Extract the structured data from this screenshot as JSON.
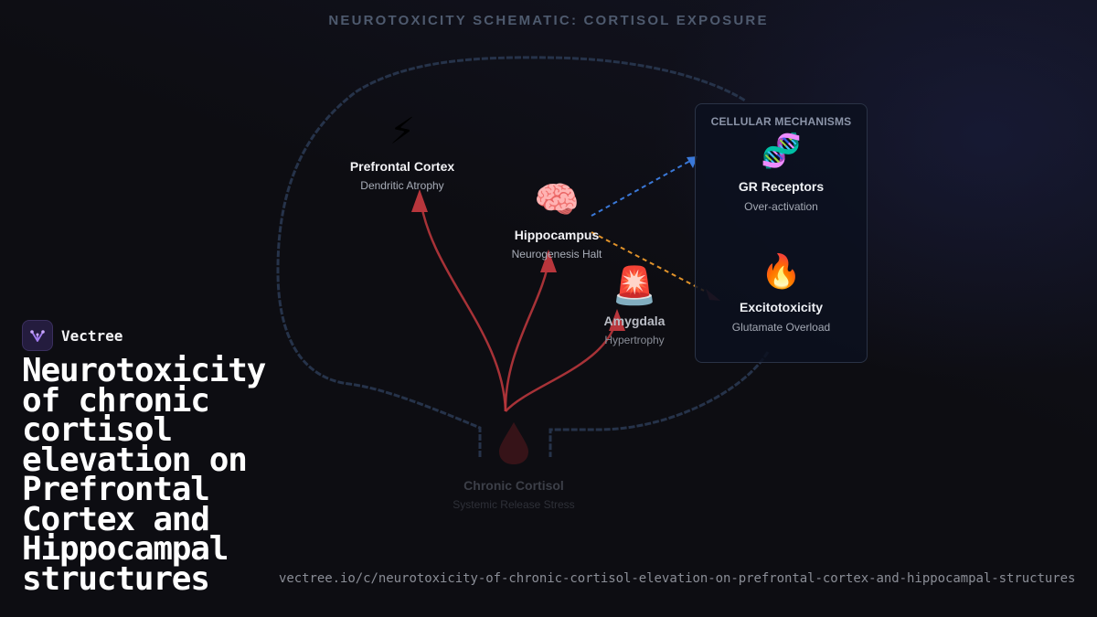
{
  "diagram": {
    "title": "NEUROTOXICITY SCHEMATIC: CORTISOL EXPOSURE",
    "nodes": {
      "prefrontal": {
        "icon": "⚡",
        "icon_name": "lightning-icon",
        "label": "Prefrontal Cortex",
        "sub": "Dendritic Atrophy"
      },
      "hippocampus": {
        "icon": "🧠",
        "icon_name": "brain-icon",
        "label": "Hippocampus",
        "sub": "Neurogenesis Halt"
      },
      "amygdala": {
        "icon": "🚨",
        "icon_name": "siren-icon",
        "label": "Amygdala",
        "sub": "Hypertrophy"
      },
      "cortisol": {
        "icon_name": "drop-icon",
        "label": "Chronic Cortisol",
        "sub": "Systemic Release Stress"
      }
    },
    "mechanisms": {
      "title": "CELLULAR MECHANISMS",
      "items": [
        {
          "icon": "🧬",
          "icon_name": "dna-icon",
          "label": "GR Receptors",
          "sub": "Over-activation"
        },
        {
          "icon": "🔥",
          "icon_name": "fire-icon",
          "label": "Excitotoxicity",
          "sub": "Glutamate Overload"
        }
      ]
    },
    "colors": {
      "pathway": "#b8363c",
      "gr_link": "#3a78d8",
      "excito_link": "#e0922a",
      "outline": "#243040"
    }
  },
  "brand": {
    "name": "Vectree",
    "logo_icon": "vectree-logo-icon"
  },
  "page": {
    "heading": "Neurotoxicity of chronic cortisol elevation on Prefrontal Cortex and Hippocampal structures",
    "url": "vectree.io/c/neurotoxicity-of-chronic-cortisol-elevation-on-prefrontal-cortex-and-hippocampal-structures"
  }
}
